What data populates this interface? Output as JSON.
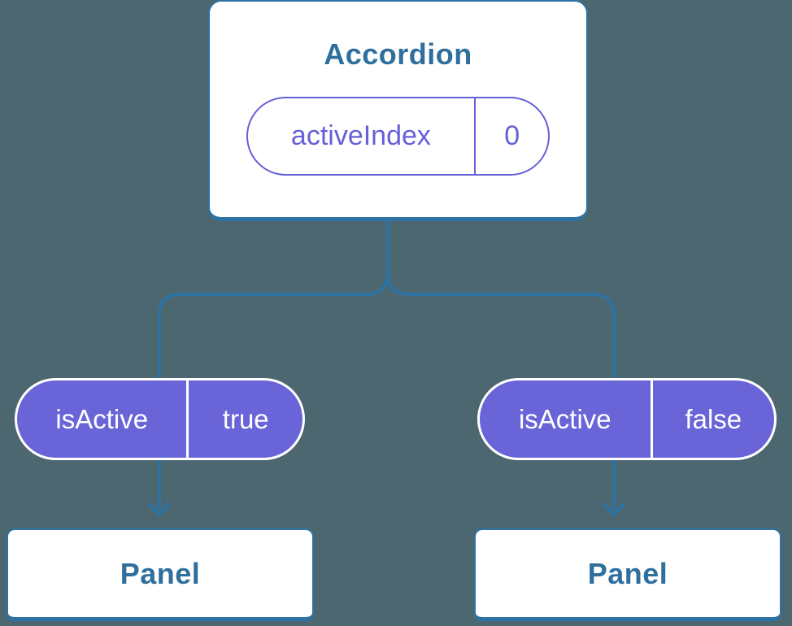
{
  "colors": {
    "bg": "#4D6771",
    "line": "#2C73A4",
    "node-text": "#2F6F9E",
    "purple": "#6964D8",
    "purple-accent": "#6660D9"
  },
  "tree": {
    "root": {
      "title": "Accordion",
      "state": {
        "name": "activeIndex",
        "value": "0"
      }
    },
    "children": [
      {
        "prop": {
          "name": "isActive",
          "value": "true"
        },
        "title": "Panel"
      },
      {
        "prop": {
          "name": "isActive",
          "value": "false"
        },
        "title": "Panel"
      }
    ]
  }
}
